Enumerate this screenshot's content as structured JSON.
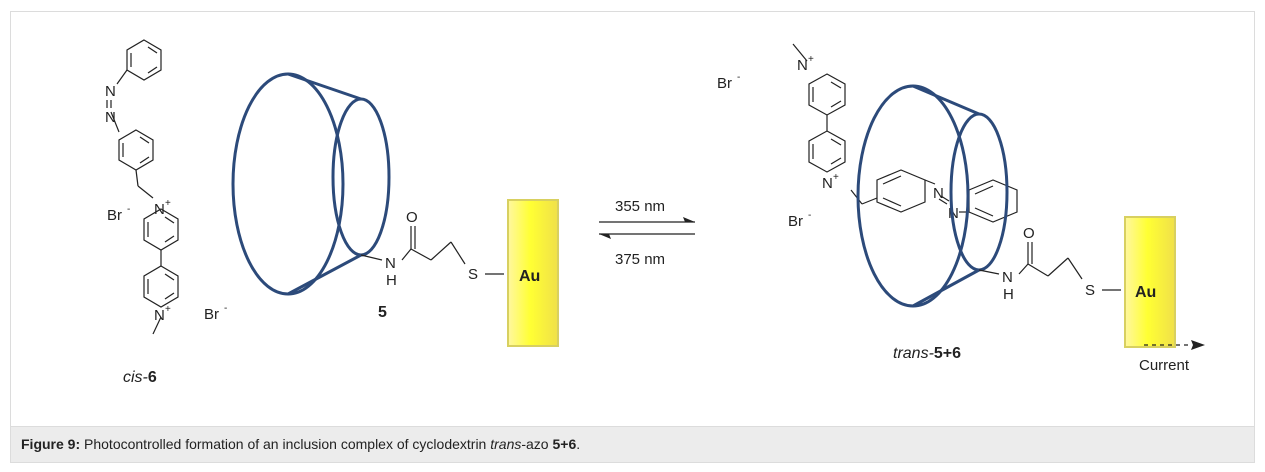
{
  "left": {
    "bromide_top": "Br",
    "bromide_bottom": "Br",
    "minus": "-",
    "n_plus": "N",
    "plus": "+",
    "n_azo": "N",
    "compound_prefix": "cis-",
    "compound_number": "6",
    "host_number": "5",
    "amide_o": "O",
    "amide_n": "N",
    "amide_h": "H",
    "sulfur": "S",
    "gold": "Au"
  },
  "arrows": {
    "forward_label": "355 nm",
    "reverse_label": "375 nm"
  },
  "right": {
    "bromide_top": "Br",
    "bromide_mid": "Br",
    "n_plus": "N",
    "n_azo": "N",
    "amide_o": "O",
    "amide_n": "N",
    "amide_h": "H",
    "sulfur": "S",
    "gold": "Au",
    "complex_prefix": "trans-",
    "complex_number": "5+6",
    "current_label": "Current"
  },
  "caption": {
    "label": "Figure 9:",
    "text_1": " Photocontrolled formation of an inclusion complex of cyclodextrin ",
    "text_italic": "trans",
    "text_2": "-azo ",
    "text_bold": "5+6",
    "text_3": "."
  },
  "colors": {
    "cone": "#2c4a7a",
    "gold_fill": "#ffff33",
    "gold_edge": "#d8d060",
    "caption_bg": "#ececec"
  }
}
